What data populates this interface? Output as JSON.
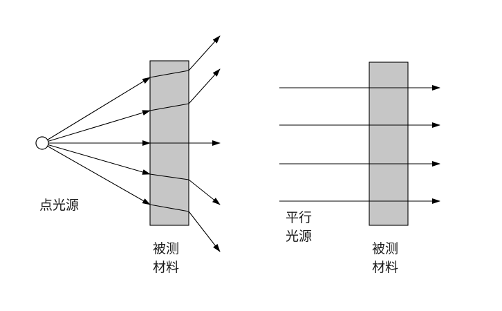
{
  "left_panel": {
    "source_label": "点光源",
    "sample_label_line1": "被测",
    "sample_label_line2": "材料"
  },
  "right_panel": {
    "source_label_line1": "平行",
    "source_label_line2": "光源",
    "sample_label_line1": "被测",
    "sample_label_line2": "材料"
  },
  "colors": {
    "sample_fill": "#c6c6c6",
    "line": "#000000",
    "background": "#ffffff"
  }
}
